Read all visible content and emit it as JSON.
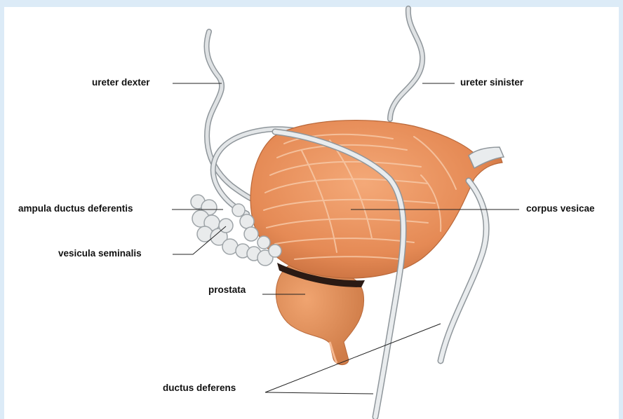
{
  "labels": {
    "ureter_dexter": "ureter dexter",
    "ureter_sinister": "ureter sinister",
    "ampula": "ampula ductus deferentis",
    "corpus_vesicae": "corpus vesicae",
    "vesicula": "vesicula seminalis",
    "prostata": "prostata",
    "ductus_deferens": "ductus deferens"
  },
  "colors": {
    "background": "#dcebf7",
    "bladder": "#e8935e",
    "bladder_highlight": "#f6c9a6",
    "prostate": "#e0925e",
    "vessel": "#cfd3d6",
    "vesicle": "#e7e9ea",
    "leader_line": "#222222"
  }
}
